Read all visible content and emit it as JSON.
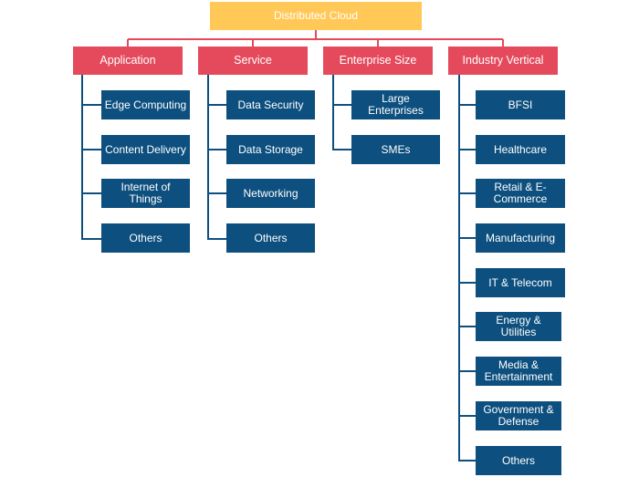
{
  "root": {
    "label": "Distributed Cloud"
  },
  "colors": {
    "root": "#ffc857",
    "category": "#e54a5c",
    "leaf": "#0d4f7e",
    "connector_red": "#e54a5c",
    "connector_blue": "#0d4f7e"
  },
  "categories": [
    {
      "label": "Application",
      "items": [
        "Edge Computing",
        "Content Delivery",
        "Internet of Things",
        "Others"
      ]
    },
    {
      "label": "Service",
      "items": [
        "Data Security",
        "Data Storage",
        "Networking",
        "Others"
      ]
    },
    {
      "label": "Enterprise Size",
      "items": [
        "Large Enterprises",
        "SMEs"
      ]
    },
    {
      "label": "Industry Vertical",
      "items": [
        "BFSI",
        "Healthcare",
        "Retail & E-Commerce",
        "Manufacturing",
        "IT & Telecom",
        "Energy & Utilities",
        "Media & Entertainment",
        "Government & Defense",
        "Others"
      ]
    }
  ]
}
